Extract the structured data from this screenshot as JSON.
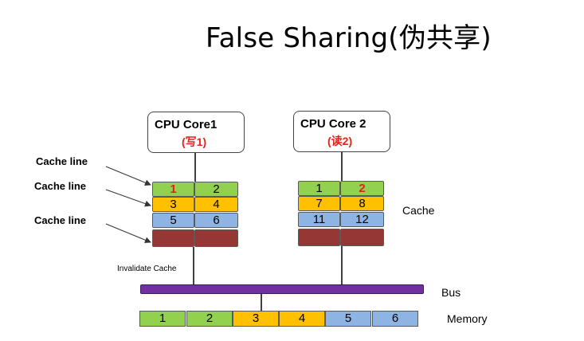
{
  "title": "False Sharing(伪共享)",
  "core1": {
    "name": "CPU Core1",
    "op": "(写1)"
  },
  "core2": {
    "name": "CPU Core 2",
    "op": "(读2)"
  },
  "cache_line_labels": [
    "Cache line",
    "Cache line",
    "Cache line"
  ],
  "cache1": {
    "row1": [
      "1",
      "2"
    ],
    "row2": [
      "3",
      "4"
    ],
    "row3": [
      "5",
      "6"
    ]
  },
  "cache2": {
    "row1": [
      "1",
      "2"
    ],
    "row2": [
      "7",
      "8"
    ],
    "row3": [
      "11",
      "12"
    ]
  },
  "cache_label": "Cache",
  "invalidate_label": "Invalidate Cache",
  "bus_label": "Bus",
  "memory_label": "Memory",
  "memory_cells": [
    "1",
    "2",
    "3",
    "4",
    "5",
    "6"
  ],
  "colors": {
    "green": "#92d050",
    "orange": "#ffc000",
    "blue": "#8eb4e3",
    "dark_red": "#953735",
    "bus_purple": "#7030a0",
    "highlight_red": "#e2231a"
  }
}
